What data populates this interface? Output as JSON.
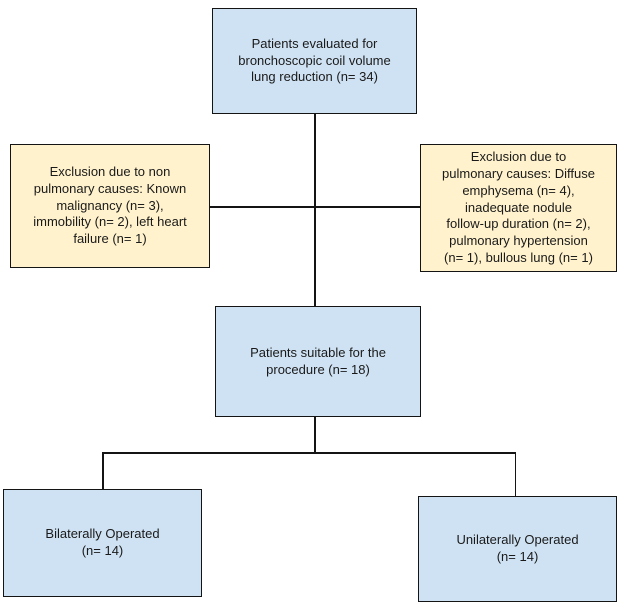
{
  "diagram": {
    "type": "flowchart",
    "background": "#ffffff",
    "colors": {
      "blue_node_fill": "#cfe2f3",
      "yellow_node_fill": "#fff2cc",
      "border": "#141414",
      "connector": "#141414",
      "text": "#1a1a1a"
    },
    "nodes": {
      "evaluated": {
        "fill": "#cfe2f3",
        "lines": [
          "Patients evaluated for",
          "bronchoscopic coil volume",
          "lung reduction (n= 34)"
        ]
      },
      "exclusion_non_pulmonary": {
        "fill": "#fff2cc",
        "lines": [
          "Exclusion due to non",
          "pulmonary causes: Known",
          "malignancy (n= 3),",
          "immobility (n= 2), left heart",
          "failure (n= 1)"
        ]
      },
      "exclusion_pulmonary": {
        "fill": "#fff2cc",
        "lines": [
          "Exclusion due to",
          "pulmonary causes: Diffuse",
          "emphysema (n= 4),",
          "inadequate nodule",
          "follow-up duration (n= 2),",
          "pulmonary hypertension",
          "(n= 1), bullous lung (n= 1)"
        ]
      },
      "suitable": {
        "fill": "#cfe2f3",
        "lines": [
          "Patients suitable for the",
          "procedure (n= 18)"
        ]
      },
      "bilateral": {
        "fill": "#cfe2f3",
        "lines": [
          "Bilaterally Operated",
          "(n= 14)"
        ]
      },
      "unilateral": {
        "fill": "#cfe2f3",
        "lines": [
          "Unilaterally Operated",
          "(n= 14)"
        ]
      }
    },
    "edges": [
      {
        "from": "evaluated",
        "to": "exclusion_non_pulmonary"
      },
      {
        "from": "evaluated",
        "to": "exclusion_pulmonary"
      },
      {
        "from": "evaluated",
        "to": "suitable"
      },
      {
        "from": "suitable",
        "to": "bilateral"
      },
      {
        "from": "suitable",
        "to": "unilateral"
      }
    ]
  }
}
